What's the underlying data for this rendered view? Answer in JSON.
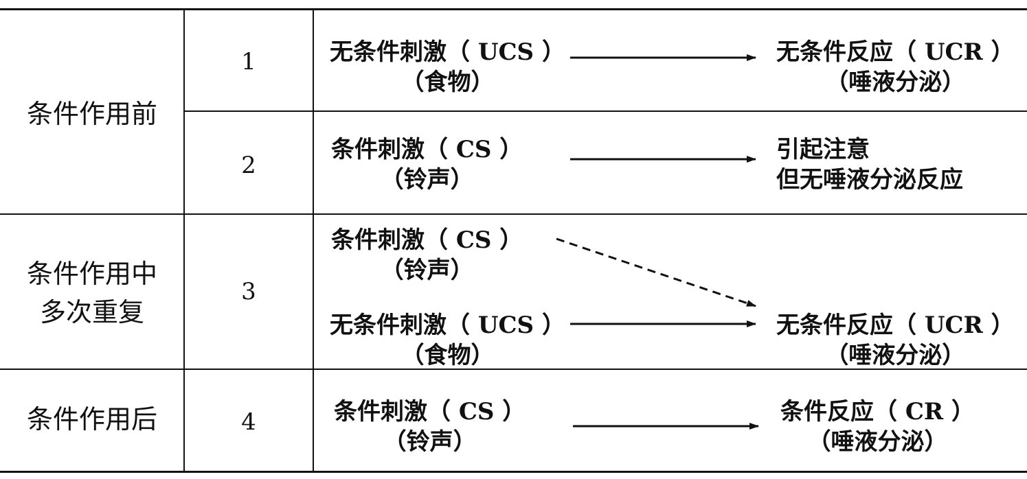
{
  "rows": [
    {
      "phase": "条件作用前",
      "steps": [
        {
          "num": "1",
          "stimulus": [
            "无条件刺激（ UCS ）",
            "（食物）"
          ],
          "response": [
            "无条件反应（ UCR ）",
            "（唾液分泌）"
          ]
        },
        {
          "num": "2",
          "stimulus": [
            "条件刺激（ CS ）",
            "（铃声）"
          ],
          "response": [
            "引起注意",
            "但无唾液分泌反应"
          ]
        }
      ]
    },
    {
      "phase": "条件作用中\n多次重复",
      "phase_lines": [
        "条件作用中",
        "多次重复"
      ],
      "steps": [
        {
          "num": "3",
          "stimulus_a": [
            "条件刺激（ CS ）",
            "（铃声）"
          ],
          "stimulus_b": [
            "无条件刺激（ UCS ）",
            "（食物）"
          ],
          "response": [
            "无条件反应（ UCR ）",
            "（唾液分泌）"
          ]
        }
      ]
    },
    {
      "phase": "条件作用后",
      "steps": [
        {
          "num": "4",
          "stimulus": [
            "条件刺激（ CS ）",
            "（铃声）"
          ],
          "response": [
            "条件反应（ CR ）",
            "（唾液分泌）"
          ]
        }
      ]
    }
  ]
}
